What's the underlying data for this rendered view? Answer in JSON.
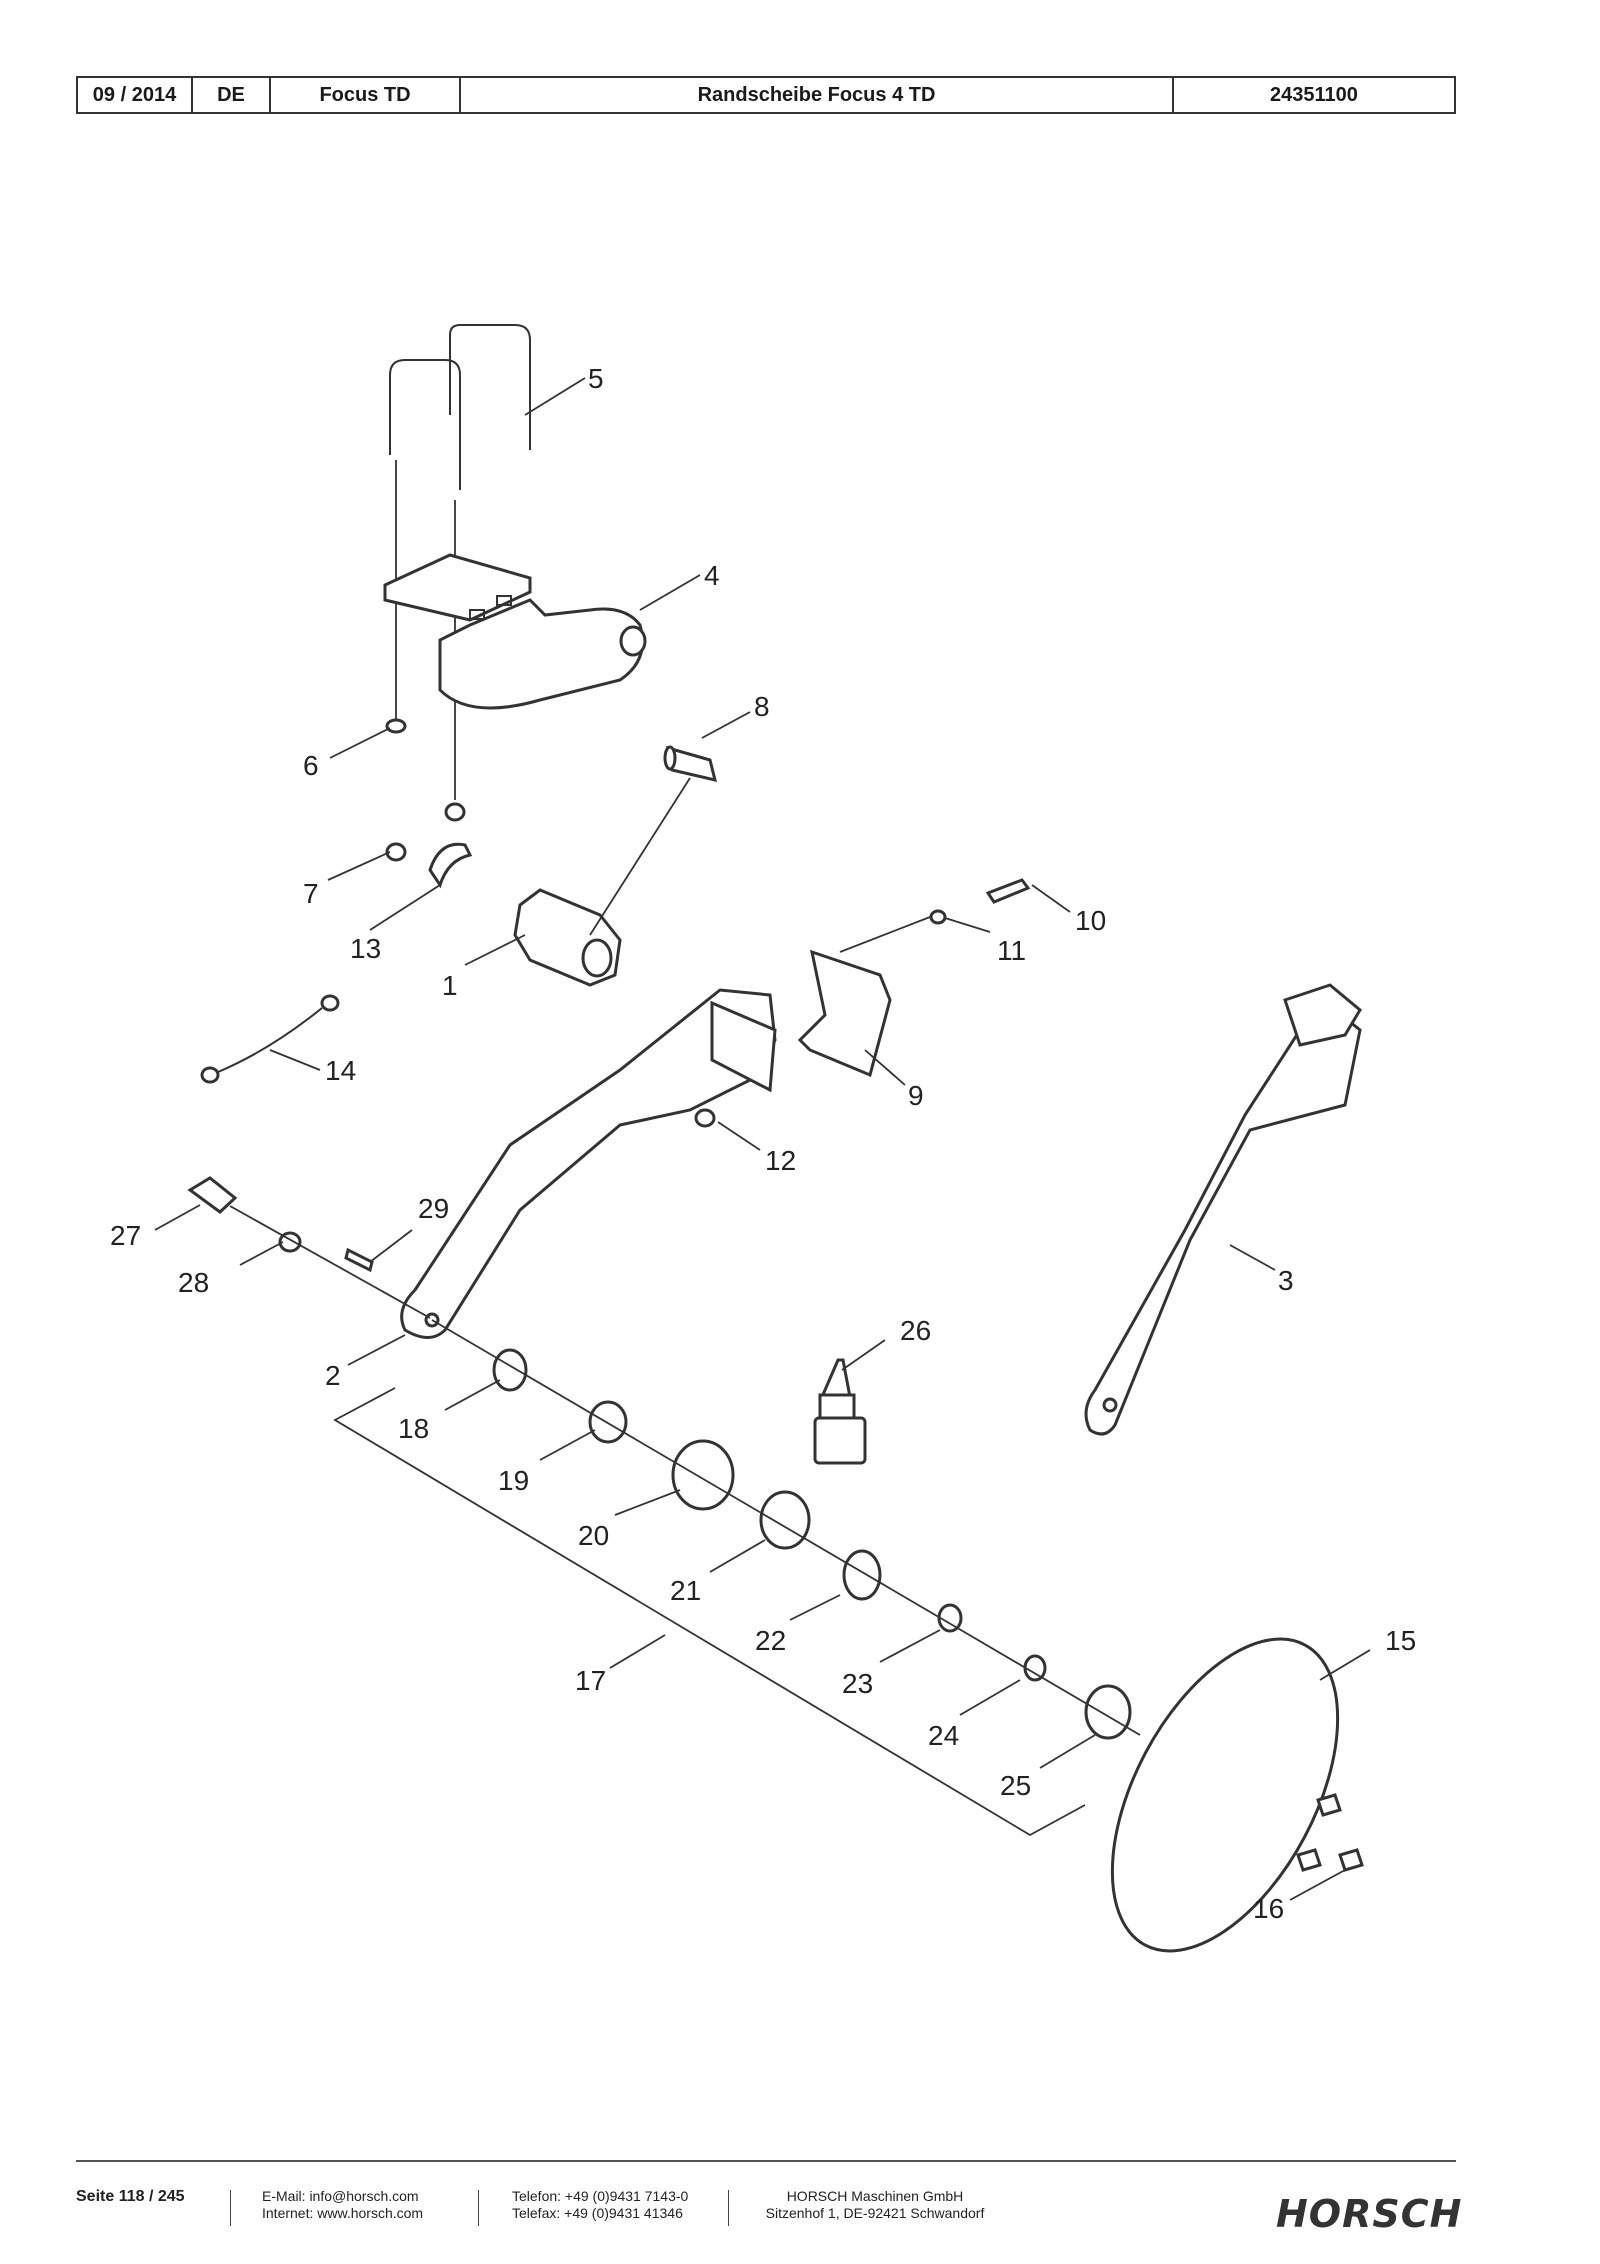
{
  "header": {
    "date": "09 / 2014",
    "language": "DE",
    "model": "Focus TD",
    "title": "Randscheibe Focus 4 TD",
    "part_number": "24351100"
  },
  "callouts": [
    "1",
    "2",
    "3",
    "4",
    "5",
    "6",
    "7",
    "8",
    "9",
    "10",
    "11",
    "12",
    "13",
    "14",
    "15",
    "16",
    "17",
    "18",
    "19",
    "20",
    "21",
    "22",
    "23",
    "24",
    "25",
    "26",
    "27",
    "28",
    "29"
  ],
  "footer": {
    "page": "Seite 118 / 245",
    "email": "E-Mail: info@horsch.com",
    "internet": "Internet: www.horsch.com",
    "phone": "Telefon: +49 (0)9431 7143-0",
    "fax": "Telefax: +49 (0)9431 41346",
    "company": "HORSCH Maschinen GmbH",
    "address": "Sitzenhof 1, DE-92421 Schwandorf",
    "logo": "HORSCH"
  }
}
